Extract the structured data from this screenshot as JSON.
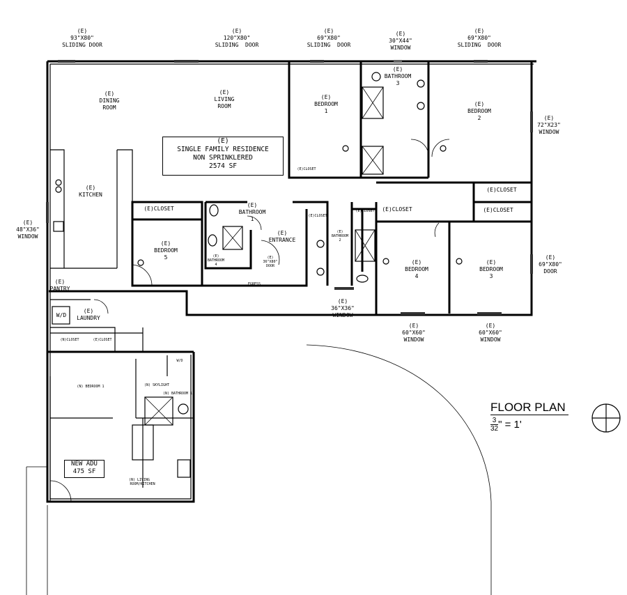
{
  "openings": {
    "door_93": "(E)\n93\"X80\"\nSLIDING DOOR",
    "door_120": "(E)\n120\"X80\"\nSLIDING  DOOR",
    "door_69a": "(E)\n69\"X80\"\nSLIDING  DOOR",
    "window_30": "(E)\n30\"X44\"\nWINDOW",
    "door_69b": "(E)\n69\"X80\"\nSLIDING  DOOR",
    "window_72": "(E)\n72\"X23\"\nWINDOW",
    "window_48": "(E)\n48\"X36\"\nWINDOW",
    "door_69c": "(E)\n69\"X80\"\nDOOR",
    "window_36": "(E)\n36\"X36\"\nWINDOW",
    "window_60a": "(E)\n60\"X60\"\nWINDOW",
    "window_60b": "(E)\n60\"X60\"\nWINDOW",
    "entry_door": "(E)\n36\"X80\"\nDOOR"
  },
  "rooms": {
    "dining": "(E)\nDINING\nROOM",
    "living": "(E)\nLIVING\nROOM",
    "bedroom1": "(E)\nBEDROOM\n1",
    "bathroom3": "(E)\nBATHROOM\n3",
    "bedroom2": "(E)\nBEDROOM\n2",
    "kitchen": "(E)\nKITCHEN",
    "closet_b5": "(E)CLOSET",
    "closet_b1": "(E)CLOSET",
    "bathroom1": "(E)\nBATHROOM\n1",
    "entrance": "(E)\nENTRANCE",
    "bedroom5": "(E)\nBEDROOM\n5",
    "bathroom4": "(E)\nBATHROOM\n4",
    "closet_hall": "(E)CLOSET",
    "bathroom2": "(E)\nBATHROOM\n2",
    "closet_small": "(E)CLOSET",
    "closet_b4": "(E)CLOSET",
    "closet_b2": "(E)CLOSET",
    "closet_b3": "(E)CLOSET",
    "bedroom4": "(E)\nBEDROOM\n4",
    "bedroom3": "(E)\nBEDROOM\n3",
    "pantry": "(E)\nPANTRY",
    "laundry": "(E)\nLAUNDRY",
    "wd": "W/D",
    "egress": "EGRESS",
    "closet_n": "(N)CLOSET",
    "closet_e": "(E)CLOSET",
    "adu_bedroom": "(N) BEDROOM 1",
    "skylight": "(N) SKYLIGHT",
    "adu_bathroom": "(N) BATHROOM 1",
    "adu_wd": "W/D",
    "adu_living": "(N) LIVING\n   ROOM/KITCHEN"
  },
  "residence_box": "(E)\nSINGLE FAMILY RESIDENCE\nNON SPRINKLERED\n2574 SF",
  "adu_box": "NEW ADU\n475 SF",
  "plan_title": "FLOOR PLAN",
  "scale_num": "3",
  "scale_den": "32",
  "scale_rest": "\" = 1'"
}
